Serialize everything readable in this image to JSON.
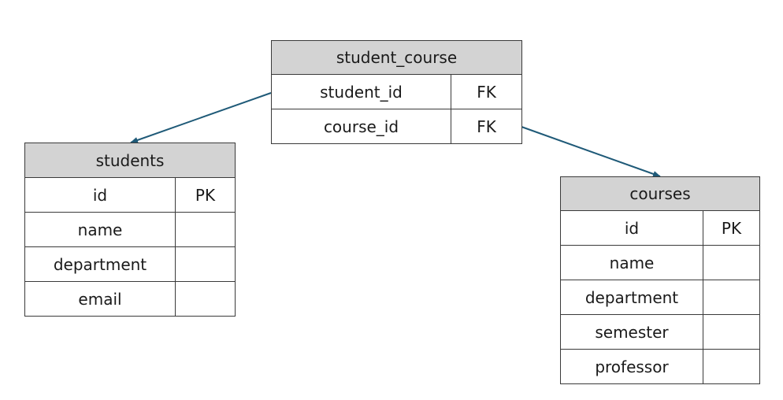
{
  "tables": {
    "student_course": {
      "title": "student_course",
      "rows": [
        {
          "name": "student_id",
          "key": "FK"
        },
        {
          "name": "course_id",
          "key": "FK"
        }
      ]
    },
    "students": {
      "title": "students",
      "rows": [
        {
          "name": "id",
          "key": "PK"
        },
        {
          "name": "name",
          "key": ""
        },
        {
          "name": "department",
          "key": ""
        },
        {
          "name": "email",
          "key": ""
        }
      ]
    },
    "courses": {
      "title": "courses",
      "rows": [
        {
          "name": "id",
          "key": "PK"
        },
        {
          "name": "name",
          "key": ""
        },
        {
          "name": "department",
          "key": ""
        },
        {
          "name": "semester",
          "key": ""
        },
        {
          "name": "professor",
          "key": ""
        }
      ]
    }
  },
  "colors": {
    "header_fill": "#d3d3d3",
    "border": "#3a3a3a",
    "connector": "#1f5a78"
  }
}
